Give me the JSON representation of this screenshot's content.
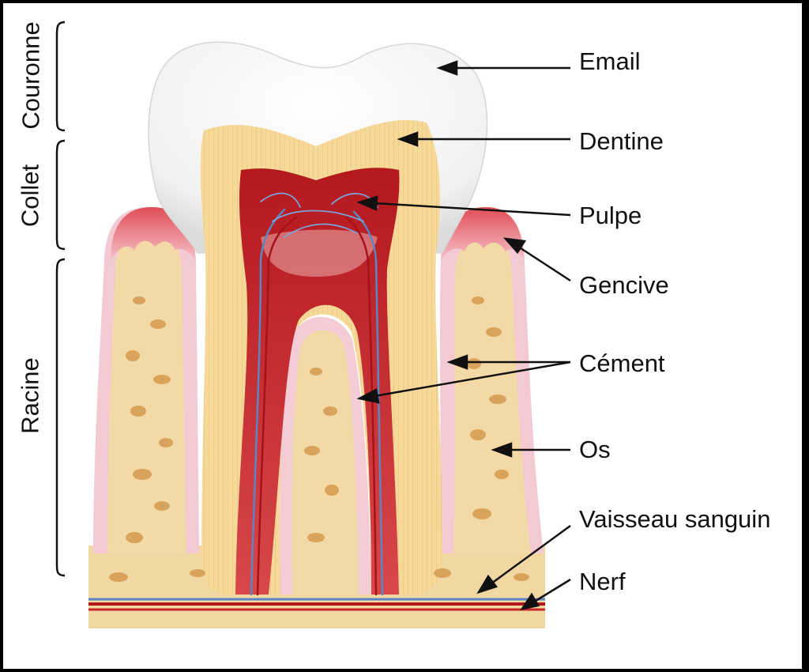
{
  "sections": {
    "couronne": "Couronne",
    "collet": "Collet",
    "racine": "Racine"
  },
  "labels": {
    "email": "Email",
    "dentine": "Dentine",
    "pulpe": "Pulpe",
    "gencive": "Gencive",
    "cement": "Cément",
    "os": "Os",
    "vaisseau": "Vaisseau sanguin",
    "nerf": "Nerf"
  },
  "colors": {
    "enamel": "#f7f7f7",
    "dentin": "#f6d999",
    "pulp": "#c8282b",
    "gum": "#e8555f",
    "cementum": "#f4ccd6",
    "bone": "#f3d9a5",
    "bone_spots": "#d9a35c",
    "vessel_blue": "#5b86c4",
    "vessel_red": "#c8282b"
  }
}
